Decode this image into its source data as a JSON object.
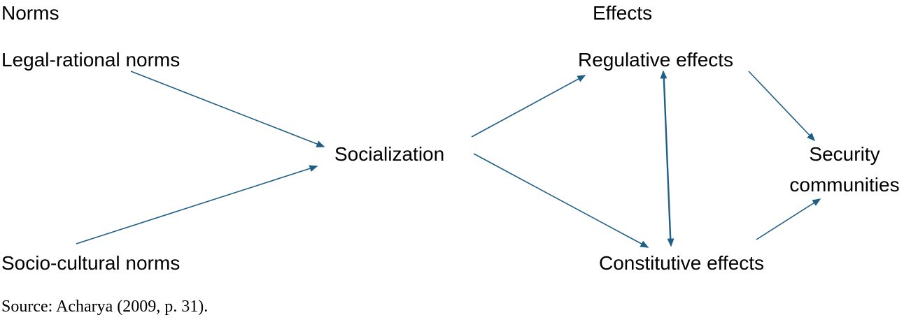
{
  "diagram": {
    "headers": {
      "norms": "Norms",
      "effects": "Effects"
    },
    "nodes": {
      "legal_rational": "Legal-rational norms",
      "socio_cultural": "Socio-cultural norms",
      "socialization": "Socialization",
      "regulative": "Regulative effects",
      "constitutive": "Constitutive effects",
      "security_line1": "Security",
      "security_line2": "communities"
    },
    "edge_color": "#1f5f86"
  },
  "source": "Source: Acharya (2009, p. 31)."
}
